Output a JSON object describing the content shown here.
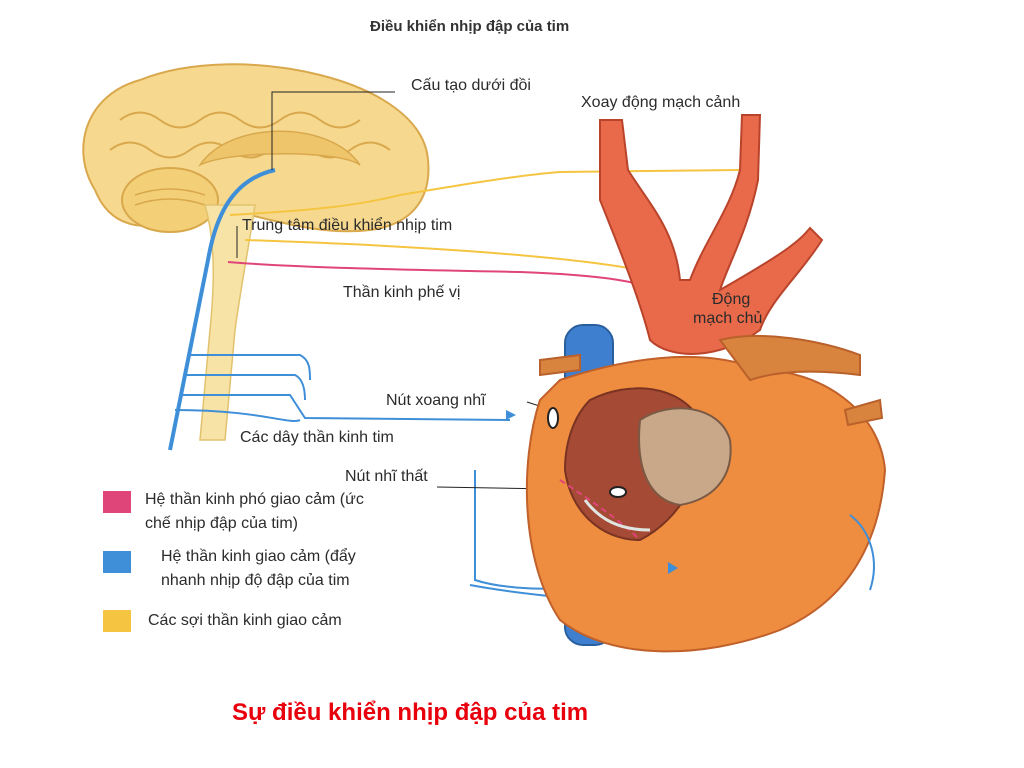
{
  "diagram_title": "Điều khiển nhịp đập của tim",
  "labels": {
    "hypothalamus": "Cấu tạo dưới đồi",
    "carotid": "Xoay động mạch cảnh",
    "cardiac_center": "Trung tâm điều khiển nhịp tim",
    "vagus": "Thần kinh phế vị",
    "aorta_line1": "Động",
    "aorta_line2": "mạch chủ",
    "sa_node": "Nút xoang nhĩ",
    "cardiac_nerves": "Các dây thần kinh tim",
    "av_node": "Nút nhĩ thất"
  },
  "legend": [
    {
      "color": "#e0457a",
      "line1": "Hệ thần kinh phó giao cảm (ức",
      "line2": "chế  nhịp đập của tim)"
    },
    {
      "color": "#3f8fd8",
      "line1": "Hệ  thần  kinh  giao  cảm  (đẩy",
      "line2": "nhanh nhịp độ đập của tim"
    },
    {
      "color": "#f5c542",
      "line1": "Các sợi thần kinh giao cảm",
      "line2": ""
    }
  ],
  "caption": "Sự điều khiển nhịp đập của tim",
  "colors": {
    "parasympathetic": "#e0457a",
    "sympathetic": "#3f8fd8",
    "sympathetic_fibers": "#f5c542",
    "caption": "#e8000c"
  }
}
